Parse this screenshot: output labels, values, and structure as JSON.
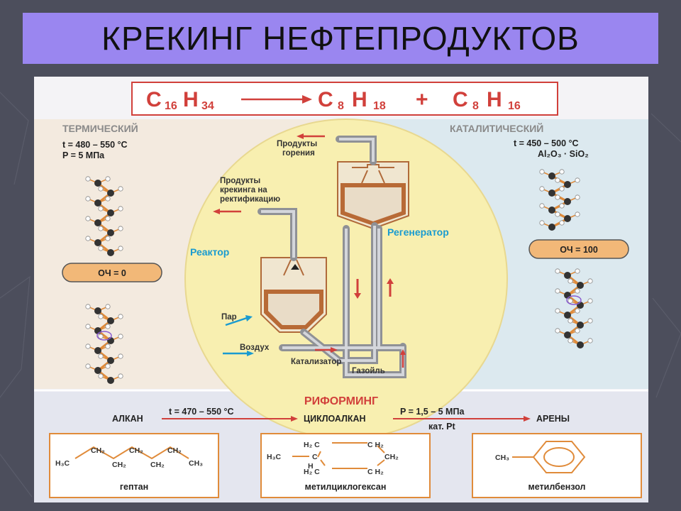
{
  "title": "КРЕКИНГ НЕФТЕПРОДУКТОВ",
  "equation": {
    "reactant": "C",
    "r_sub1": "16",
    "r_h": "H",
    "r_sub2": "34",
    "p1": "C",
    "p1_sub1": "8",
    "p1_h": "H",
    "p1_sub2": "18",
    "plus": "+",
    "p2": "C",
    "p2_sub1": "8",
    "p2_h": "H",
    "p2_sub2": "16"
  },
  "thermal": {
    "heading": "ТЕРМИЧЕСКИЙ",
    "temp": "t = 480 – 550 °C",
    "pressure": "P = 5 МПа",
    "octane": "ОЧ  =  0"
  },
  "catalytic": {
    "heading": "КАТАЛИТИЧЕСКИЙ",
    "temp": "t = 450 – 500 °C",
    "catalyst": "Al₂O₃ · SiO₂",
    "octane": "ОЧ  = 100"
  },
  "plant": {
    "combustion_1": "Продукты",
    "combustion_2": "горения",
    "products_1": "Продукты",
    "products_2": "крекинга на",
    "products_3": "ректификацию",
    "reactor": "Реактор",
    "regenerator": "Регенератор",
    "steam": "Пар",
    "air": "Воздух",
    "catalyst": "Катализатор",
    "gasoil": "Газойль"
  },
  "reforming": {
    "heading": "РИФОРМИНГ",
    "alkane": "АЛКАН",
    "cond1": "t = 470 – 550 °C",
    "cycloalkane": "ЦИКЛОАЛКАН",
    "cond2": "P = 1,5 – 5 МПа",
    "cond3": "кат. Pt",
    "arenes": "АРЕНЫ",
    "heptane": {
      "name": "гептан",
      "ch2a": "CH₂",
      "ch2b": "CH₂",
      "ch2c": "CH₂",
      "ch2d": "CH₂",
      "ch2e": "CH₂",
      "h3c": "H₃C",
      "ch3": "CH₃"
    },
    "mch": {
      "name": "метилциклогексан",
      "h2c_top": "H₂ C",
      "ch2_top": "C H₂",
      "h3c": "H₃C",
      "c": "C",
      "h": "H",
      "ch2_right": "CH₂",
      "h2c_bot": "H₂ C",
      "ch2_bot": "C H₂"
    },
    "toluene": {
      "name": "метилбензол",
      "ch3": "CH₃"
    }
  },
  "colors": {
    "title_bar": "#9a86f0",
    "slide_bg": "#4c4e5c",
    "formula_red": "#d1403b",
    "label_blue": "#1a9bd0",
    "octane_pill": "#f2b878",
    "ellipse_fill": "#f8efb0",
    "bond_orange": "#e08b3a"
  }
}
